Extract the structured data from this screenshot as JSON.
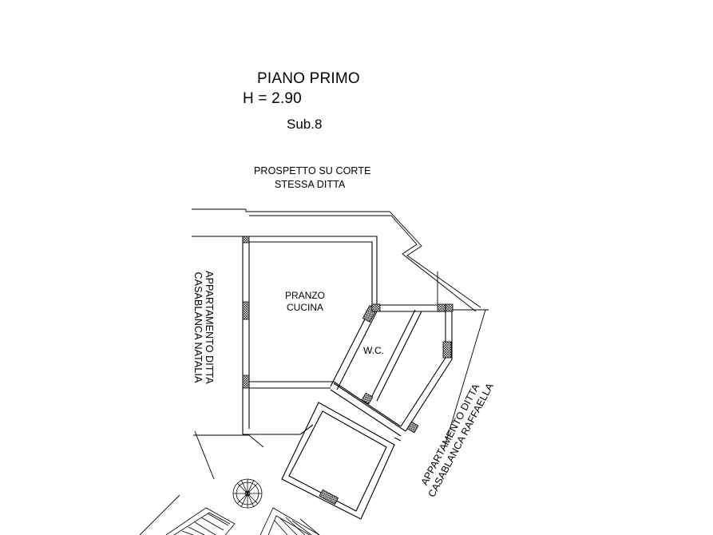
{
  "header": {
    "floor_title": "PIANO PRIMO",
    "height_label": "H = 2.90",
    "sub_label": "Sub.8"
  },
  "labels": {
    "north_line1": "PROSPETTO SU CORTE",
    "north_line2": "STESSA DITTA",
    "west_line1": "APPARTAMENTO DITTA",
    "west_line2": "CASABLANCA NATALIA",
    "east_line1": "APPARTAMENTO DITTA",
    "east_line2": "CASABLANCA RAFFAELLA"
  },
  "rooms": {
    "dining_line1": "PRANZO",
    "dining_line2": "CUCINA",
    "wc": "W.C."
  }
}
